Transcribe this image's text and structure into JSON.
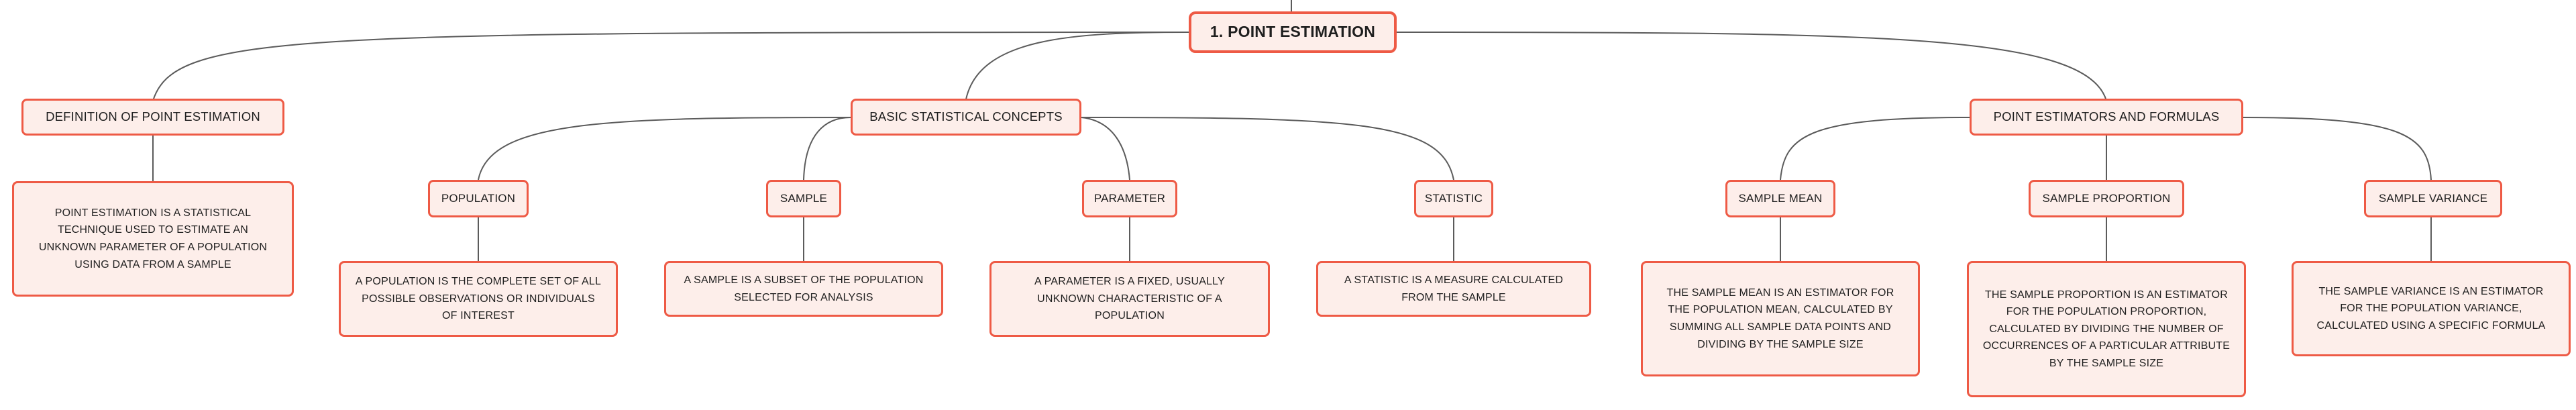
{
  "root": {
    "label": "1. POINT ESTIMATION"
  },
  "branches": {
    "definition": {
      "label": "DEFINITION OF POINT ESTIMATION",
      "description": "POINT ESTIMATION IS A STATISTICAL TECHNIQUE USED TO ESTIMATE AN UNKNOWN PARAMETER OF A POPULATION USING DATA FROM A SAMPLE"
    },
    "concepts": {
      "label": "BASIC STATISTICAL CONCEPTS",
      "population": {
        "label": "POPULATION",
        "description": "A POPULATION IS THE COMPLETE SET OF ALL POSSIBLE OBSERVATIONS OR INDIVIDUALS OF INTEREST"
      },
      "sample": {
        "label": "SAMPLE",
        "description": "A SAMPLE IS A SUBSET OF THE POPULATION SELECTED FOR ANALYSIS"
      },
      "parameter": {
        "label": "PARAMETER",
        "description": "A PARAMETER IS A FIXED, USUALLY UNKNOWN CHARACTERISTIC OF A POPULATION"
      },
      "statistic": {
        "label": "STATISTIC",
        "description": "A STATISTIC IS A MEASURE CALCULATED FROM THE SAMPLE"
      }
    },
    "estimators": {
      "label": "POINT ESTIMATORS AND FORMULAS",
      "sample_mean": {
        "label": "SAMPLE MEAN",
        "description": "THE SAMPLE MEAN IS AN ESTIMATOR FOR THE POPULATION MEAN, CALCULATED BY SUMMING ALL SAMPLE DATA POINTS AND DIVIDING BY THE SAMPLE SIZE"
      },
      "sample_proportion": {
        "label": "SAMPLE PROPORTION",
        "description": "THE SAMPLE PROPORTION IS AN ESTIMATOR FOR THE POPULATION PROPORTION, CALCULATED BY DIVIDING THE NUMBER OF OCCURRENCES OF A PARTICULAR ATTRIBUTE BY THE SAMPLE SIZE"
      },
      "sample_variance": {
        "label": "SAMPLE VARIANCE",
        "description": "THE SAMPLE VARIANCE IS AN ESTIMATOR FOR THE POPULATION VARIANCE, CALCULATED USING A SPECIFIC FORMULA"
      }
    }
  },
  "colors": {
    "node_border": "#ee5a45",
    "node_fill": "#fdeeea",
    "connector": "#5b5b5b"
  }
}
